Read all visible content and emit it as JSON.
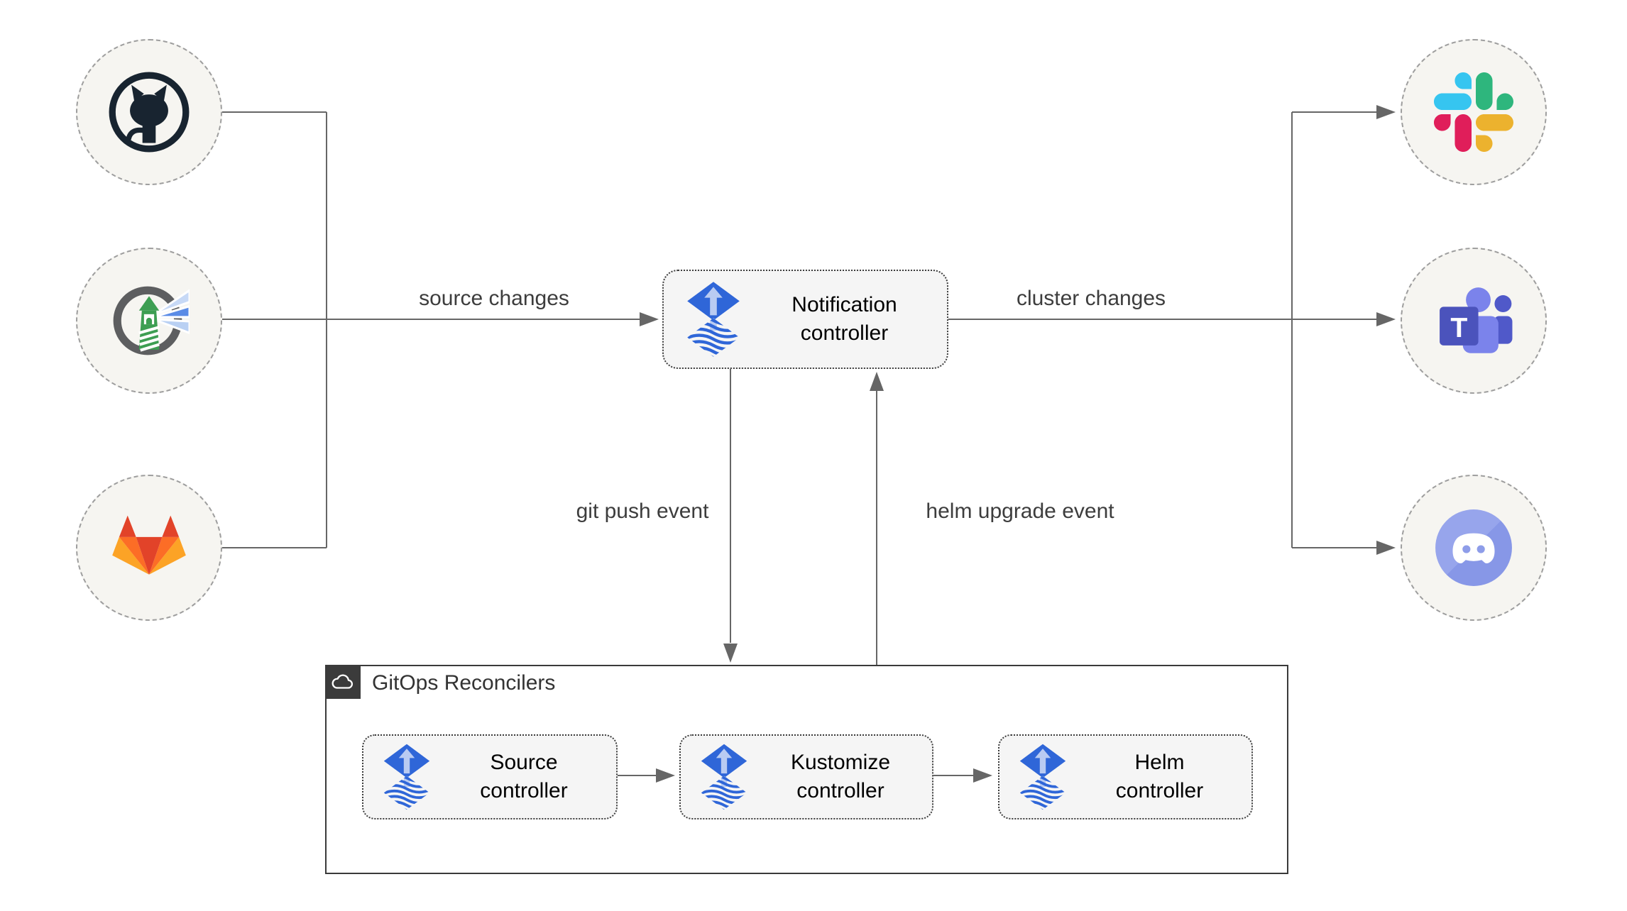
{
  "nodes": {
    "notification": {
      "label": "Notification controller",
      "icon": "flux-icon"
    },
    "source": {
      "label": "Source controller",
      "icon": "flux-icon"
    },
    "kustomize": {
      "label": "Kustomize controller",
      "icon": "flux-icon"
    },
    "helm": {
      "label": "Helm controller",
      "icon": "flux-icon"
    }
  },
  "container": {
    "title": "GitOps Reconcilers",
    "icon": "cloud-icon"
  },
  "edge_labels": {
    "source_changes": "source changes",
    "cluster_changes": "cluster changes",
    "git_push_event": "git push event",
    "helm_upgrade_event": "helm upgrade event"
  },
  "source_nodes": [
    {
      "icon": "github-icon"
    },
    {
      "icon": "harbor-icon"
    },
    {
      "icon": "gitlab-icon"
    }
  ],
  "notify_targets": [
    {
      "icon": "slack-icon"
    },
    {
      "icon": "teams-icon",
      "letter": "T"
    },
    {
      "icon": "discord-icon"
    }
  ],
  "colors": {
    "flux_blue": "#2f66d8",
    "flux_arrow_light": "#b9cbf2",
    "connector_gray": "#666666",
    "box_fill": "#f5f5f5",
    "circle_fill": "#f6f5f1",
    "circle_border": "#9e9e9e",
    "container_border": "#3a3a3a",
    "container_tag_fill": "#3b3b3b",
    "github_dark": "#182430",
    "harbor_gray": "#5d5e60",
    "harbor_green": "#3d9e52",
    "harbor_beam_light": "#c7d9f6",
    "harbor_beam_blue": "#5b8ce6",
    "gitlab_red": "#e24329",
    "gitlab_orange": "#fc6d26",
    "gitlab_amber": "#fca326",
    "slack_blue": "#36c5f0",
    "slack_green": "#2eb67d",
    "slack_red": "#e01e5a",
    "slack_yellow": "#ecb22e",
    "teams_light": "#7b83eb",
    "teams_mid": "#5059c9",
    "teams_dark": "#4b53bc",
    "discord_light": "#97a5ec",
    "discord_dark": "#8797e7"
  }
}
